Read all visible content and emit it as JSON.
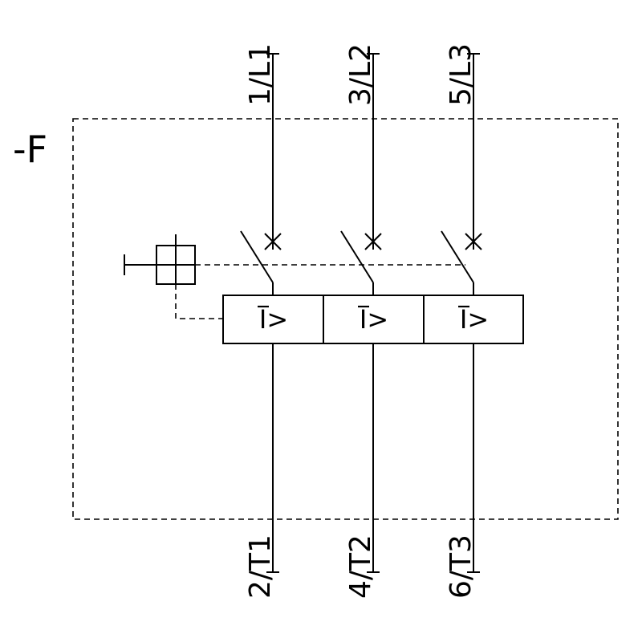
{
  "diagram": {
    "device_label": "-F",
    "poles": [
      {
        "top_terminal": "1/L1",
        "bottom_terminal": "2/T1",
        "trip_symbol": "I>"
      },
      {
        "top_terminal": "3/L2",
        "bottom_terminal": "4/T2",
        "trip_symbol": "I>"
      },
      {
        "top_terminal": "5/L3",
        "bottom_terminal": "6/T3",
        "trip_symbol": "I>"
      }
    ],
    "colors": {
      "line": "#000000",
      "background": "#ffffff"
    }
  }
}
